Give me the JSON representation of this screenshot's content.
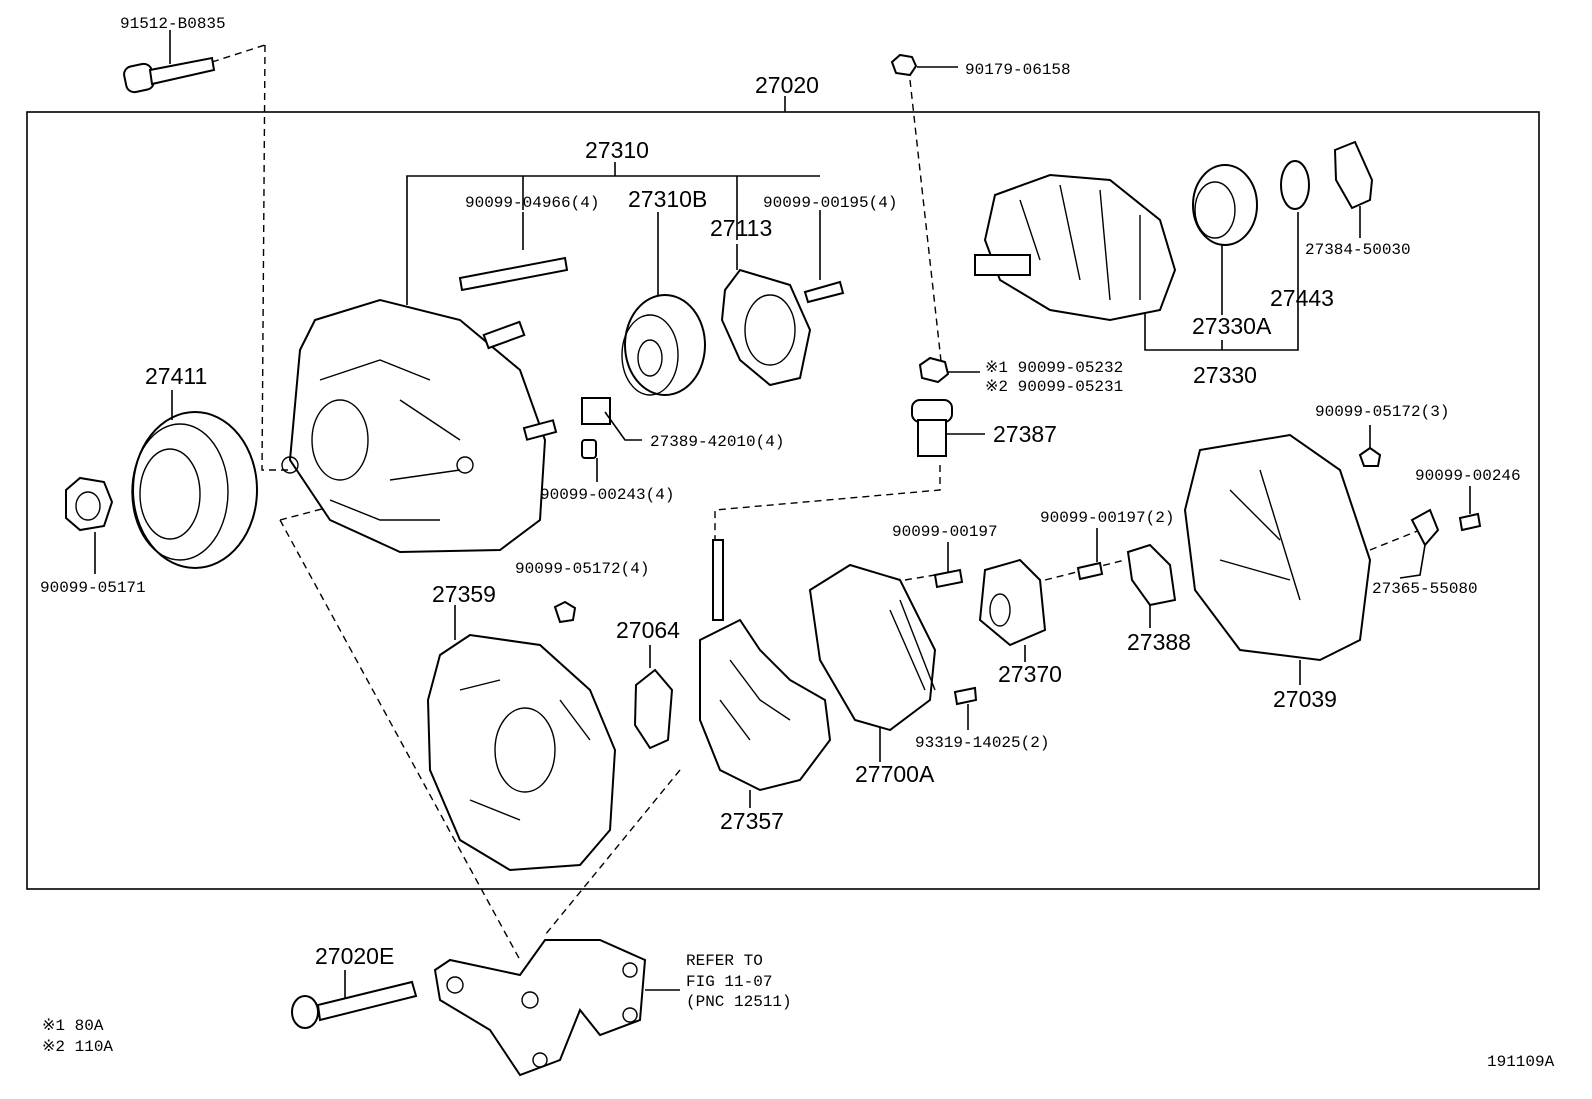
{
  "diagram_id": "191109A",
  "assembly_label": "27020",
  "labels": {
    "bolt_top": "91512-B0835",
    "nut_top": "90179-06158",
    "p27310": "27310",
    "stud": "90099-04966(4)",
    "p27310b": "27310B",
    "p27113": "27113",
    "screw_00195": "90099-00195(4)",
    "p27384": "27384-50030",
    "p27443": "27443",
    "p27330a": "27330A",
    "p27330": "27330",
    "p27411": "27411",
    "nut_05232": "※1 90099-05232",
    "nut_05231": "※2 90099-05231",
    "p27387": "27387",
    "p27389": "27389-42010(4)",
    "screw_00243": "90099-00243(4)",
    "nut_05172_3": "90099-05172(3)",
    "bolt_00246": "90099-00246",
    "nut_05171": "90099-05171",
    "screw_00197": "90099-00197",
    "screw_00197_2": "90099-00197(2)",
    "nut_05172_4": "90099-05172(4)",
    "p27359": "27359",
    "p27064": "27064",
    "p27365": "27365-55080",
    "p27388": "27388",
    "p27370": "27370",
    "p27039": "27039",
    "screw_14025": "93319-14025(2)",
    "p27700a": "27700A",
    "p27357": "27357",
    "p27020e": "27020E"
  },
  "refer": {
    "line1": "REFER TO",
    "line2": "FIG 11-07",
    "line3": "(PNC 12511)"
  },
  "notes": [
    "※1  80A",
    "※2  110A"
  ]
}
